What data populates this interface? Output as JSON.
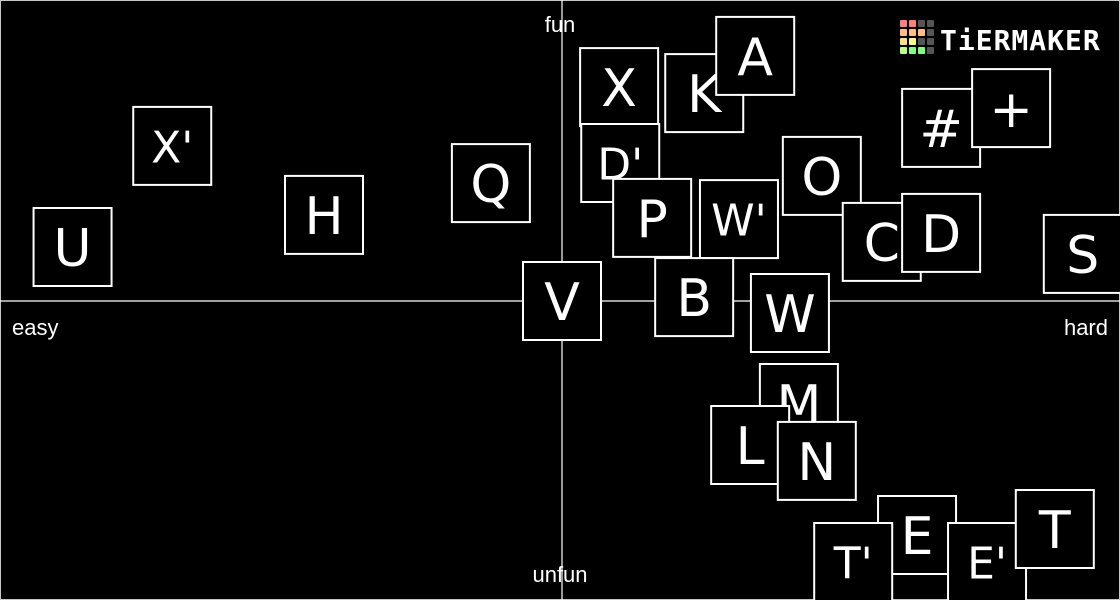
{
  "brand": {
    "name": "TiERMAKER",
    "logo_colors": [
      "#ff7f7f",
      "#ffbf7f",
      "#ffdf7f",
      "#ffff7f",
      "#bfff7f",
      "#7fff7f",
      "#555555"
    ]
  },
  "chart_data": {
    "type": "scatter",
    "axis_labels": {
      "top": "fun",
      "bottom": "unfun",
      "left": "easy",
      "right": "hard"
    },
    "xlim": [
      -1,
      1
    ],
    "ylim": [
      -1,
      1
    ],
    "grid": false,
    "colors": {
      "background": "#000000",
      "tile_border": "#ffffff",
      "text": "#ffffff"
    },
    "points": [
      {
        "label": "U",
        "x": -0.874,
        "y": 0.18
      },
      {
        "label": "X'",
        "x": -0.696,
        "y": 0.517
      },
      {
        "label": "H",
        "x": -0.425,
        "y": 0.287
      },
      {
        "label": "Q",
        "x": -0.127,
        "y": 0.393
      },
      {
        "label": "V",
        "x": 0.0,
        "y": 0.0
      },
      {
        "label": "X",
        "x": 0.102,
        "y": 0.713
      },
      {
        "label": "K",
        "x": 0.254,
        "y": 0.693
      },
      {
        "label": "A",
        "x": 0.345,
        "y": 0.817
      },
      {
        "label": "D'",
        "x": 0.104,
        "y": 0.46
      },
      {
        "label": "P",
        "x": 0.161,
        "y": 0.277
      },
      {
        "label": "W'",
        "x": 0.316,
        "y": 0.273
      },
      {
        "label": "O",
        "x": 0.464,
        "y": 0.417
      },
      {
        "label": "B",
        "x": 0.236,
        "y": 0.013
      },
      {
        "label": "W",
        "x": 0.407,
        "y": -0.04
      },
      {
        "label": "C",
        "x": 0.571,
        "y": 0.197
      },
      {
        "label": "D",
        "x": 0.677,
        "y": 0.227
      },
      {
        "label": "#",
        "x": 0.677,
        "y": 0.577
      },
      {
        "label": "+",
        "x": 0.802,
        "y": 0.643
      },
      {
        "label": "S",
        "x": 0.93,
        "y": 0.157
      },
      {
        "label": "M",
        "x": 0.423,
        "y": -0.34
      },
      {
        "label": "L",
        "x": 0.336,
        "y": -0.48
      },
      {
        "label": "N",
        "x": 0.455,
        "y": -0.533
      },
      {
        "label": "E",
        "x": 0.634,
        "y": -0.78
      },
      {
        "label": "T'",
        "x": 0.52,
        "y": -0.87
      },
      {
        "label": "E'",
        "x": 0.759,
        "y": -0.87
      },
      {
        "label": "T",
        "x": 0.88,
        "y": -0.76
      }
    ]
  }
}
